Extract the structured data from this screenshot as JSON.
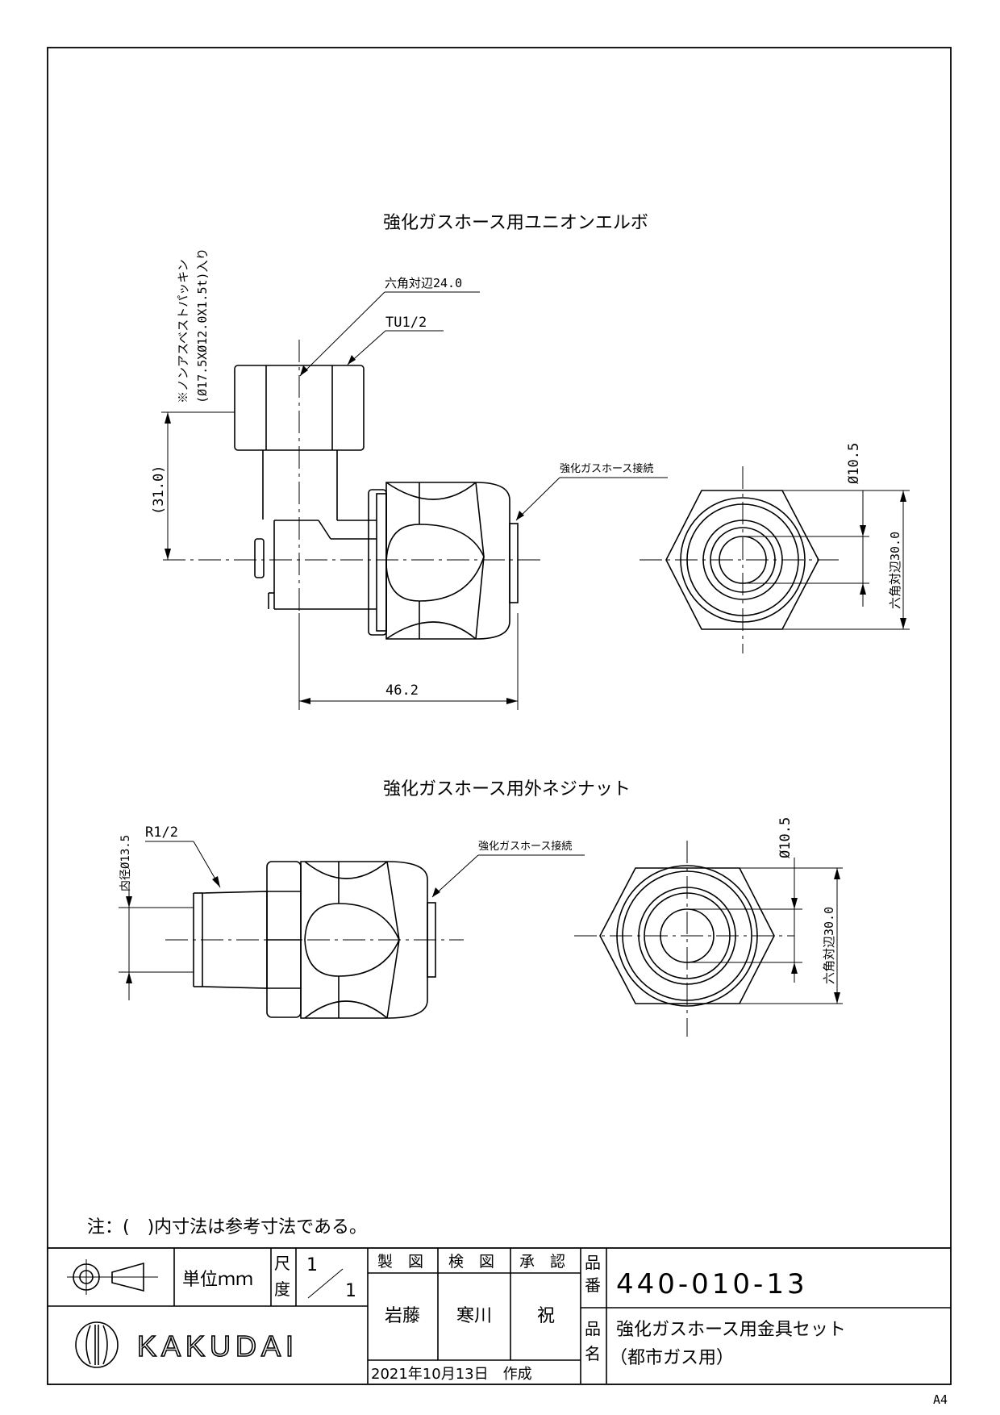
{
  "drawing1": {
    "title": "強化ガスホース用ユニオンエルボ",
    "packing_note_1": "※ノンアスベストパッキン",
    "packing_note_2": "(Ø17.5XØ12.0X1.5t)入り",
    "hex_label": "六角対辺24.0",
    "thread_label": "TU1/2",
    "hose_label": "強化ガスホース接続",
    "height_dim": "(31.0)",
    "length_dim": "46.2",
    "bore_dim": "Ø10.5",
    "hex2_dim": "六角対辺30.0"
  },
  "drawing2": {
    "title": "強化ガスホース用外ネジナット",
    "bore_in_label": "内径Ø13.5",
    "thread_label": "R1/2",
    "hose_label": "強化ガスホース接続",
    "bore_dim": "Ø10.5",
    "hex_dim": "六角対辺30.0"
  },
  "note": "注：(　)内寸法は参考寸法である。",
  "title_block": {
    "unit_label": "単位ｍｍ",
    "scale_label_1": "尺",
    "scale_label_2": "度",
    "scale_num": "1",
    "scale_den": "1",
    "drawn_header": "製　図",
    "checked_header": "検　図",
    "approved_header": "承　認",
    "drawn_by": "岩藤",
    "checked_by": "寒川",
    "approved_by": "祝",
    "date_label": "2021年10月13日　作成",
    "part_no_label_1": "品",
    "part_no_label_2": "番",
    "part_no": "440-010-13",
    "name_label_1": "品",
    "name_label_2": "名",
    "name_line1": "強化ガスホース用金具セット",
    "name_line2": "（都市ガス用）",
    "logo_text": "KAKUDAI",
    "sheet_size": "A4"
  }
}
